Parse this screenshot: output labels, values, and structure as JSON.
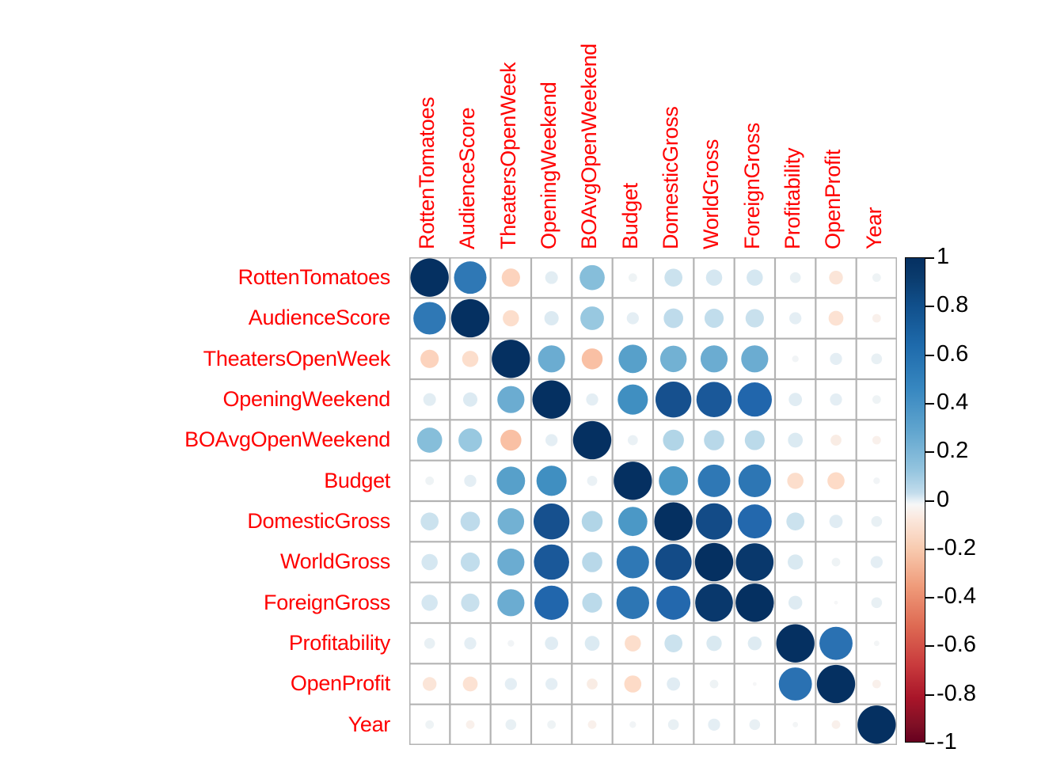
{
  "chart_data": {
    "type": "heatmap",
    "subtype": "correlation-matrix-circles",
    "title": "",
    "xlabel": "",
    "ylabel": "",
    "grid": true,
    "legend_position": "right",
    "colormap": "RdBu",
    "variables": [
      "RottenTomatoes",
      "AudienceScore",
      "TheatersOpenWeek",
      "OpeningWeekend",
      "BOAvgOpenWeekend",
      "Budget",
      "DomesticGross",
      "WorldGross",
      "ForeignGross",
      "Profitability",
      "OpenProfit",
      "Year"
    ],
    "categories": [
      "RottenTomatoes",
      "AudienceScore",
      "TheatersOpenWeek",
      "OpeningWeekend",
      "BOAvgOpenWeekend",
      "Budget",
      "DomesticGross",
      "WorldGross",
      "ForeignGross",
      "Profitability",
      "OpenProfit",
      "Year"
    ],
    "matrix": [
      [
        1.0,
        0.72,
        -0.23,
        0.11,
        0.43,
        0.05,
        0.22,
        0.18,
        0.18,
        0.08,
        -0.13,
        0.05
      ],
      [
        0.72,
        1.0,
        -0.18,
        0.14,
        0.38,
        0.1,
        0.26,
        0.25,
        0.23,
        0.1,
        -0.15,
        -0.05
      ],
      [
        -0.23,
        -0.18,
        1.0,
        0.5,
        -0.3,
        0.55,
        0.48,
        0.5,
        0.5,
        0.03,
        0.1,
        0.08
      ],
      [
        0.11,
        0.14,
        0.5,
        1.0,
        0.1,
        0.62,
        0.88,
        0.85,
        0.8,
        0.12,
        0.1,
        0.05
      ],
      [
        0.43,
        0.38,
        -0.3,
        0.1,
        1.0,
        0.07,
        0.3,
        0.28,
        0.27,
        0.15,
        -0.08,
        -0.05
      ],
      [
        0.05,
        0.1,
        0.55,
        0.62,
        0.07,
        1.0,
        0.58,
        0.72,
        0.73,
        -0.18,
        -0.2,
        0.03
      ],
      [
        0.22,
        0.26,
        0.48,
        0.88,
        0.3,
        0.58,
        1.0,
        0.9,
        0.79,
        0.22,
        0.12,
        0.08
      ],
      [
        0.18,
        0.25,
        0.5,
        0.85,
        0.28,
        0.72,
        0.9,
        1.0,
        0.97,
        0.16,
        0.05,
        0.1
      ],
      [
        0.18,
        0.23,
        0.5,
        0.8,
        0.27,
        0.73,
        0.79,
        0.97,
        1.0,
        0.13,
        0.01,
        0.08
      ],
      [
        0.08,
        0.1,
        0.03,
        0.12,
        0.15,
        -0.18,
        0.22,
        0.16,
        0.13,
        1.0,
        0.75,
        0.02
      ],
      [
        -0.13,
        -0.15,
        0.1,
        0.1,
        -0.08,
        -0.2,
        0.12,
        0.05,
        0.01,
        0.75,
        1.0,
        -0.05
      ],
      [
        0.05,
        -0.05,
        0.08,
        0.05,
        -0.05,
        0.03,
        0.08,
        0.1,
        0.08,
        0.02,
        -0.05,
        1.0
      ]
    ]
  },
  "colorbar": {
    "min": -1,
    "max": 1,
    "ticks": [
      1,
      0.8,
      0.6,
      0.4,
      0.2,
      0,
      -0.2,
      -0.4,
      -0.6,
      -0.8,
      -1
    ],
    "tick_labels": [
      "1",
      "0.8",
      "0.6",
      "0.4",
      "0.2",
      "0",
      "-0.2",
      "-0.4",
      "-0.6",
      "-0.8",
      "-1"
    ]
  },
  "style": {
    "label_color": "#FF0000",
    "grid_line_color": "#B3B3B3",
    "background": "#FFFFFF",
    "positive_extreme": "#053061",
    "negative_extreme": "#67001F",
    "neutral": "#F7F7F7"
  }
}
